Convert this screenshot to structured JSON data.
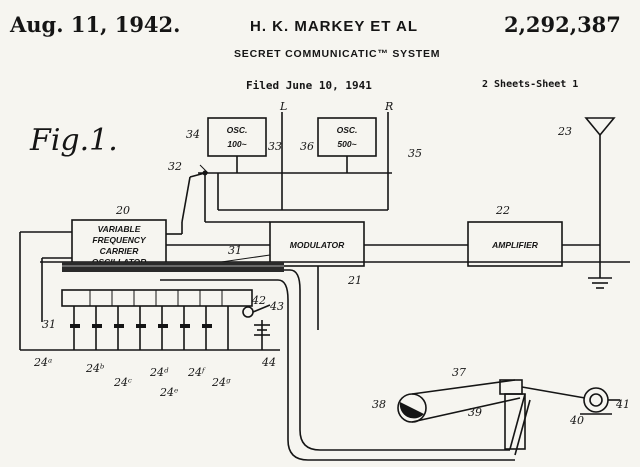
{
  "header": {
    "date": "Aug. 11, 1942.",
    "inventor": "H. K. MARKEY ET AL",
    "patent_number": "2,292,387",
    "title": "SECRET COMMUNICATIC™ SYSTEM",
    "filed": "Filed June 10, 1941",
    "sheets": "2 Sheets-Sheet 1"
  },
  "figure": {
    "label": "Fig.1.",
    "blocks": {
      "osc_100": [
        "OSC.",
        "100~"
      ],
      "osc_500": [
        "OSC.",
        "500~"
      ],
      "vfco": [
        "VARIABLE",
        "FREQUENCY",
        "CARRIER",
        "OSCILLATOR"
      ],
      "modulator": "MODULATOR",
      "amplifier": "AMPLIFIER"
    },
    "refs": {
      "r34": "34",
      "r33": "33",
      "r36": "36",
      "r35": "35",
      "rL": "L",
      "rR": "R",
      "r32": "32",
      "r23": "23",
      "r20": "20",
      "r22": "22",
      "r21": "21",
      "r31": "31",
      "r42": "42",
      "r43": "43",
      "r44": "44",
      "r24a": "24ᵃ",
      "r24b": "24ᵇ",
      "r24c": "24ᶜ",
      "r24d": "24ᵈ",
      "r24e": "24ᵉ",
      "r24f": "24ᶠ",
      "r24g": "24ᵍ",
      "r37": "37",
      "r38": "38",
      "r39": "39",
      "r40": "40",
      "r41": "41"
    }
  }
}
